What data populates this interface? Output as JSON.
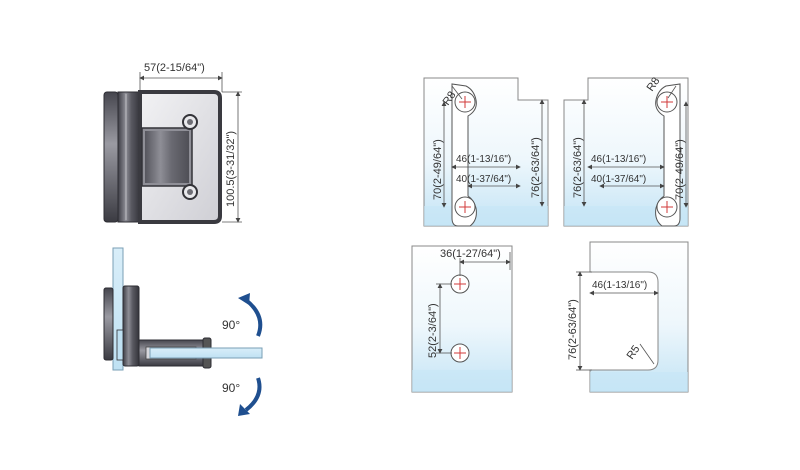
{
  "hinge": {
    "width_label": "57(2-15/64\")",
    "height_label": "100.5(3-31/32\")",
    "angle_open_label": "90°",
    "angle_close_label": "90°"
  },
  "cutout_left": {
    "r_label": "R8",
    "height_label": "70(2-49/64\")",
    "total_label": "76(2-63/64\")",
    "width_outer_label": "46(1-13/16\")",
    "width_inner_label": "40(1-37/64\")"
  },
  "cutout_right": {
    "r_label": "R8",
    "total_label": "76(2-63/64\")",
    "height_label": "70(2-49/64\")",
    "width_outer_label": "46(1-13/16\")",
    "width_inner_label": "40(1-37/64\")"
  },
  "holes_panel": {
    "width_label": "36(1-27/64\")",
    "height_label": "52(2-3/64\")"
  },
  "notch_panel": {
    "height_label": "76(2-63/64\")",
    "width_label": "46(1-13/16\")",
    "r_label": "R5"
  },
  "colors": {
    "glass_top": "#ffffff",
    "glass_bottom": "#c6e6f6",
    "metal_dark": "#4a4a52",
    "metal_light": "#d9d9de",
    "arrow": "#1f4f8f",
    "hole_mark": "#d23a3a"
  }
}
